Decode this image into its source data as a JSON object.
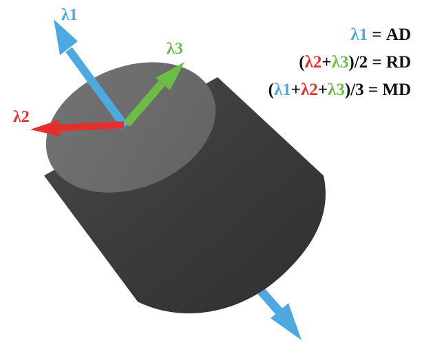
{
  "colors": {
    "lambda1": "#4ea9e0",
    "lambda2": "#e3302b",
    "lambda3": "#6cbd45",
    "text": "#111111",
    "cylinder_side": "#3e3e3e",
    "cylinder_top": "#6e6e6e"
  },
  "labels": {
    "lambda1": "λ1",
    "lambda2": "λ2",
    "lambda3": "λ3"
  },
  "equations": {
    "line1": {
      "parts": [
        {
          "text": "λ1",
          "color": "lambda1"
        },
        {
          "text": " = AD",
          "color": "text"
        }
      ]
    },
    "line2": {
      "parts": [
        {
          "text": "(",
          "color": "text"
        },
        {
          "text": "λ2",
          "color": "lambda2"
        },
        {
          "text": "+",
          "color": "text"
        },
        {
          "text": "λ3",
          "color": "lambda3"
        },
        {
          "text": ")/2 = RD",
          "color": "text"
        }
      ]
    },
    "line3": {
      "parts": [
        {
          "text": "(",
          "color": "text"
        },
        {
          "text": "λ1",
          "color": "lambda1"
        },
        {
          "text": "+",
          "color": "text"
        },
        {
          "text": "λ2",
          "color": "lambda2"
        },
        {
          "text": "+",
          "color": "text"
        },
        {
          "text": "λ3",
          "color": "lambda3"
        },
        {
          "text": ")/3 = MD",
          "color": "text"
        }
      ]
    }
  }
}
